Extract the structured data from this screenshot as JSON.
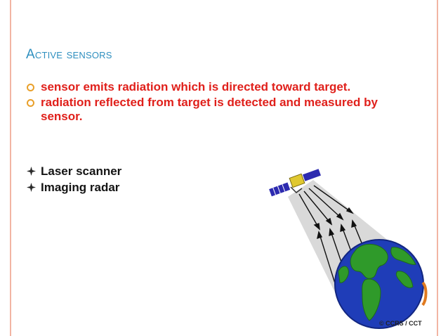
{
  "slide": {
    "title": "Active sensors",
    "bullets": [
      "sensor emits radiation which is directed toward target.",
      "radiation reflected from target is detected and measured by sensor."
    ],
    "sub_bullets": [
      "Laser scanner",
      "Imaging radar"
    ],
    "credit": "© CCRS / CCT"
  },
  "colors": {
    "title": "#2e8fbf",
    "bullet_text": "#e0201b",
    "bullet_marker": "#e9a02a",
    "frame": "#f2b5a3"
  },
  "icons": {
    "bullet_marker": "circle-bullet-icon",
    "sub_bullet_marker": "diamond-bullet-icon",
    "figure": "satellite-earth-radar-illustration"
  }
}
